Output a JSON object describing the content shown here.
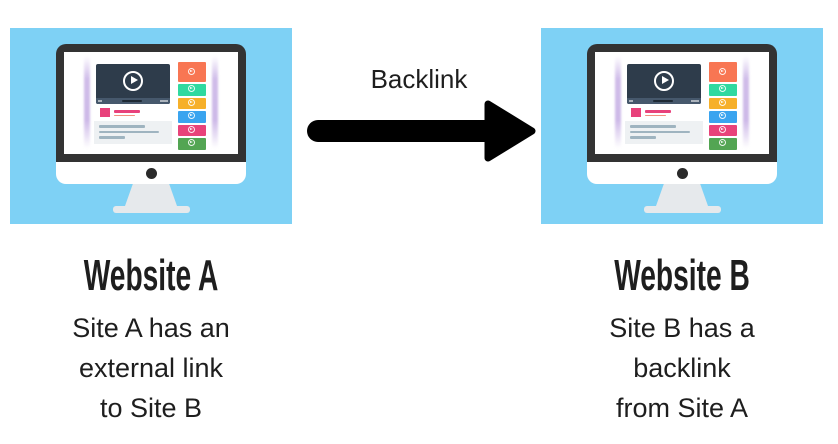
{
  "palette": {
    "panel_bg": "#7ed1f5",
    "bezel": "#333333",
    "stand": "#e6e9ec",
    "video_bg": "#2e3c4b",
    "video_bar": "#46586c",
    "accent_pink": "#e8417b",
    "accent_salmon": "#f2907e",
    "text_block_bg": "#eef1f3",
    "text_line": "#9fb4c0",
    "stripe": "#cdb9e8",
    "arrow": "#000000",
    "text": "#1e1e1e"
  },
  "arrow": {
    "label": "Backlink"
  },
  "panels": {
    "left": {
      "title": "Website A",
      "caption": [
        "Site A has an",
        "external link",
        "to Site B"
      ]
    },
    "right": {
      "title": "Website B",
      "caption": [
        "Site B has a",
        "backlink",
        "from Site A"
      ]
    }
  },
  "monitor": {
    "sidebar_items": [
      {
        "name": "video-thumb-orange",
        "color": "#f87653"
      },
      {
        "name": "video-thumb-teal",
        "color": "#30d9a0"
      },
      {
        "name": "video-thumb-yellow",
        "color": "#f6b02a"
      },
      {
        "name": "video-thumb-blue",
        "color": "#3aa4ef"
      },
      {
        "name": "video-thumb-pink",
        "color": "#e8437a"
      },
      {
        "name": "video-thumb-green",
        "color": "#53a553"
      }
    ]
  }
}
